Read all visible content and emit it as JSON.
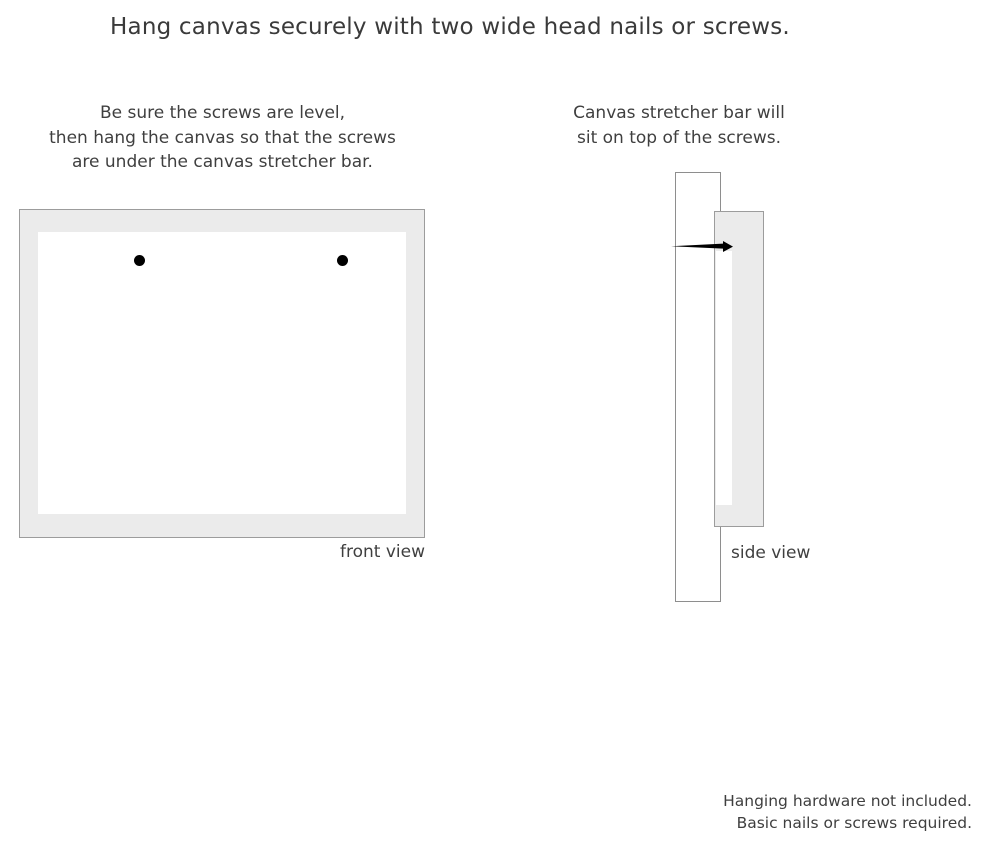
{
  "title": "Hang canvas securely with two wide head nails or screws.",
  "captions": {
    "left": {
      "lines": [
        "Be sure the screws are level,",
        "then hang the canvas so that the screws",
        "are under the canvas stretcher bar."
      ]
    },
    "right": {
      "lines": [
        "Canvas stretcher bar will",
        "sit on top of the screws."
      ]
    }
  },
  "front_view": {
    "label": "front view",
    "frame_color": "#ebebeb",
    "frame_border_color": "#9c9c9c",
    "canvas_color": "#ffffff",
    "screw_color": "#000000",
    "screw_count": 2
  },
  "side_view": {
    "label": "side view",
    "wall_color": "#ffffff",
    "wall_border_color": "#8e8e8e",
    "stretcher_bar_color": "#ebebeb",
    "stretcher_bar_border_color": "#9c9c9c",
    "nail_color": "#000000"
  },
  "footer": {
    "lines": [
      "Hanging hardware not included.",
      "Basic nails or screws required."
    ]
  }
}
